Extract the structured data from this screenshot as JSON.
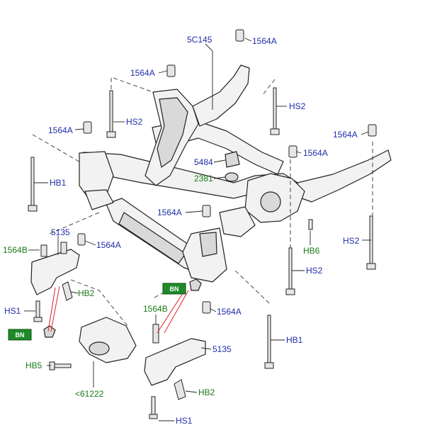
{
  "labels": {
    "p5c145": "5C145",
    "p1564a_top_right": "1564A",
    "p1564a_top_left": "1564A",
    "hs2_top_left": "HS2",
    "hs2_top_right": "HS2",
    "p1564a_left": "1564A",
    "p1564a_far_right": "1564A",
    "p1564a_mid_right": "1564A",
    "p5484": "5484",
    "p2381": "2381",
    "hb1_left": "HB1",
    "p1564a_center": "1564A",
    "hb6": "HB6",
    "hs2_far_right": "HS2",
    "p5135_left": "5135",
    "p1564b_left": "1564B",
    "p1564a_left_lower": "1564A",
    "hs2_center": "HS2",
    "hb2_left": "HB2",
    "hs1_left": "HS1",
    "p1564b_lower": "1564B",
    "p1564a_lower": "1564A",
    "hb1_right": "HB1",
    "p5135_lower": "5135",
    "hb5": "HB5",
    "p61222": "<61222",
    "hb2_lower": "HB2",
    "hs1_lower": "HS1"
  },
  "badges": {
    "badge_left": "BN",
    "badge_center": "BN"
  },
  "colors": {
    "label_blue": "#1f2ea8",
    "label_green": "#1a7a1a",
    "badge_green": "#1f8a2a",
    "leader_red": "#e0202a"
  }
}
